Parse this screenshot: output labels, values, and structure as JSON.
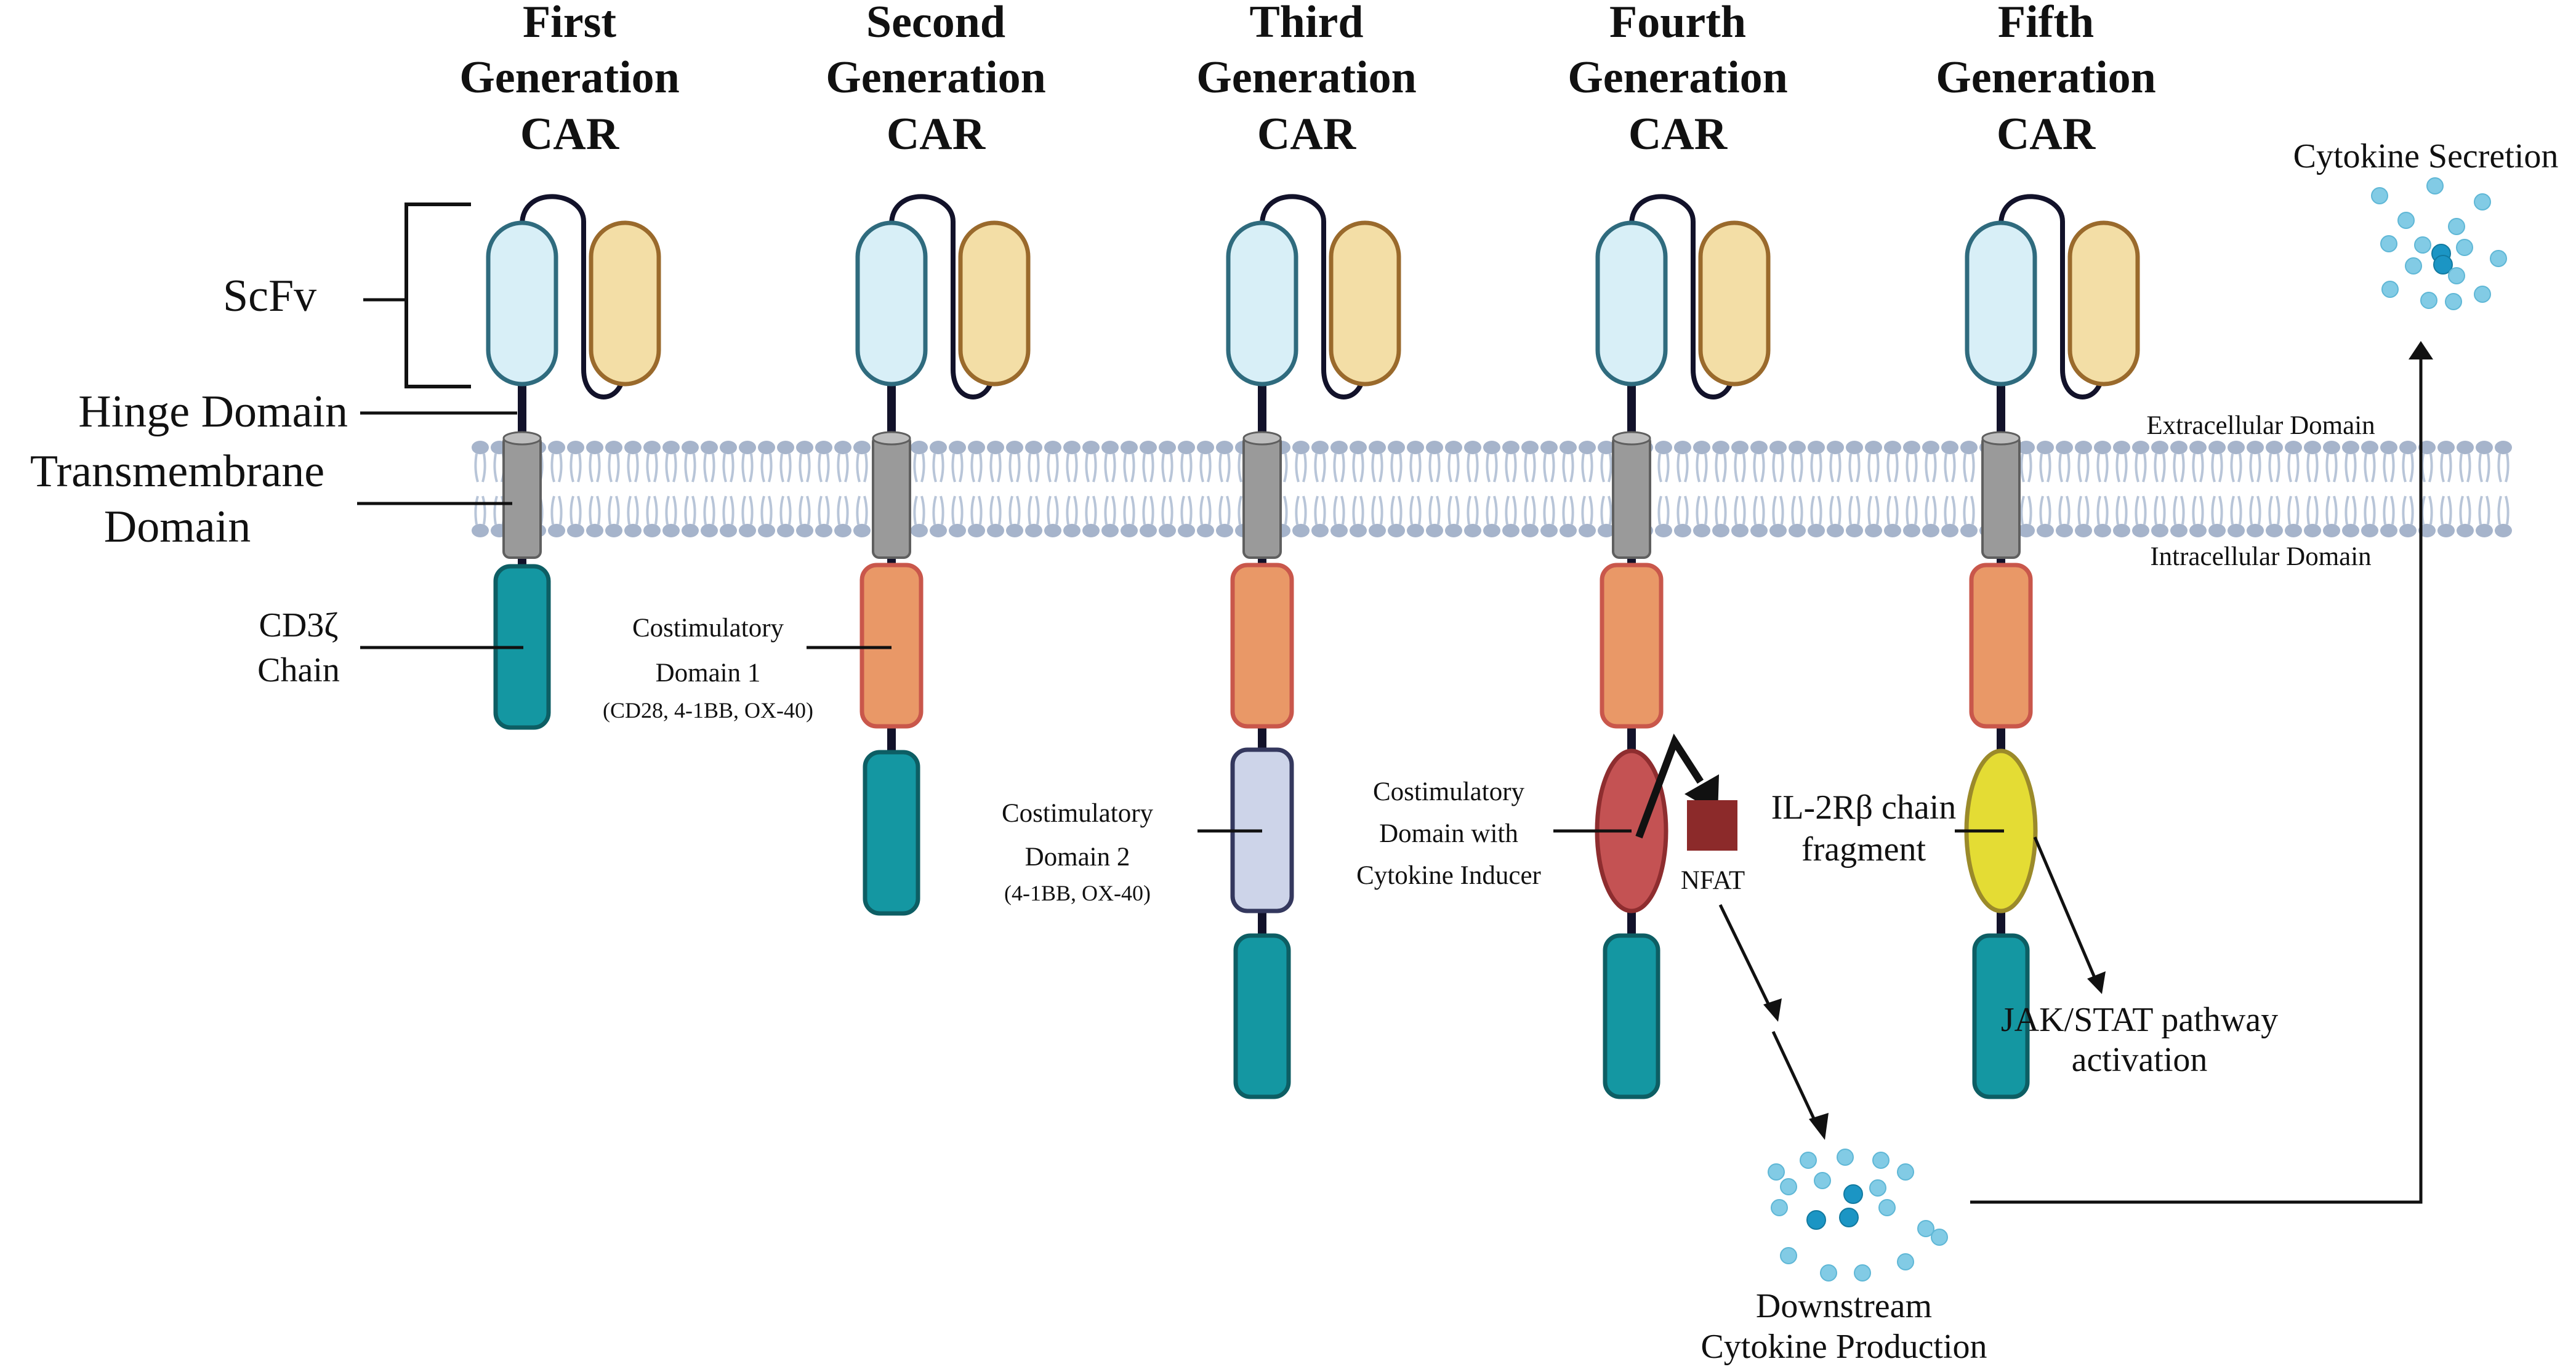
{
  "generations": [
    {
      "line1": "First",
      "line2": "Generation",
      "line3": "CAR"
    },
    {
      "line1": "Second",
      "line2": "Generation",
      "line3": "CAR"
    },
    {
      "line1": "Third",
      "line2": "Generation",
      "line3": "CAR"
    },
    {
      "line1": "Fourth",
      "line2": "Generation",
      "line3": "CAR"
    },
    {
      "line1": "Fifth",
      "line2": "Generation",
      "line3": "CAR"
    }
  ],
  "labels": {
    "scfv": "ScFv",
    "hinge": "Hinge Domain",
    "transmembrane_1": "Transmembrane",
    "transmembrane_2": "Domain",
    "cd3z_1": "CD3ζ",
    "cd3z_2": "Chain",
    "costim1_1": "Costimulatory",
    "costim1_2": "Domain 1",
    "costim1_3": "(CD28, 4-1BB, OX-40)",
    "costim2_1": "Costimulatory",
    "costim2_2": "Domain 2",
    "costim2_3": "(4-1BB, OX-40)",
    "cytokine_inducer_1": "Costimulatory",
    "cytokine_inducer_2": "Domain with",
    "cytokine_inducer_3": "Cytokine Inducer",
    "nfat": "NFAT",
    "il2rb_1": "IL-2Rβ chain",
    "il2rb_2": "fragment",
    "jakstat_1": "JAK/STAT pathway",
    "jakstat_2": "activation",
    "downstream_1": "Downstream",
    "downstream_2": "Cytokine Production",
    "cytokine_secretion": "Cytokine Secretion",
    "extracellular": "Extracellular Domain",
    "intracellular": "Intracellular Domain"
  },
  "colors": {
    "vh_fill": "#d8eff7",
    "vh_stroke": "#2f6b7e",
    "vl_fill": "#f3dea6",
    "vl_stroke": "#9a6a2c",
    "linker": "#12122a",
    "tm_fill": "#9a9a9a",
    "cd3z_fill": "#1497a2",
    "cd3z_stroke": "#0d5e64",
    "costim1_fill": "#e99867",
    "costim1_stroke": "#c9574b",
    "costim2_fill": "#cdd4e9",
    "costim2_stroke": "#34385e",
    "inducer_fill": "#c45253",
    "inducer_stroke": "#8e2d2f",
    "nfat_fill": "#8c2a2a",
    "il2rb_fill": "#e4dc34",
    "il2rb_stroke": "#9b8a2a",
    "membrane_head": "#a6b4cb",
    "membrane_tail": "#b8c5d8",
    "dot_dark": "#1b95c4",
    "dot_light": "#82cbe5"
  }
}
